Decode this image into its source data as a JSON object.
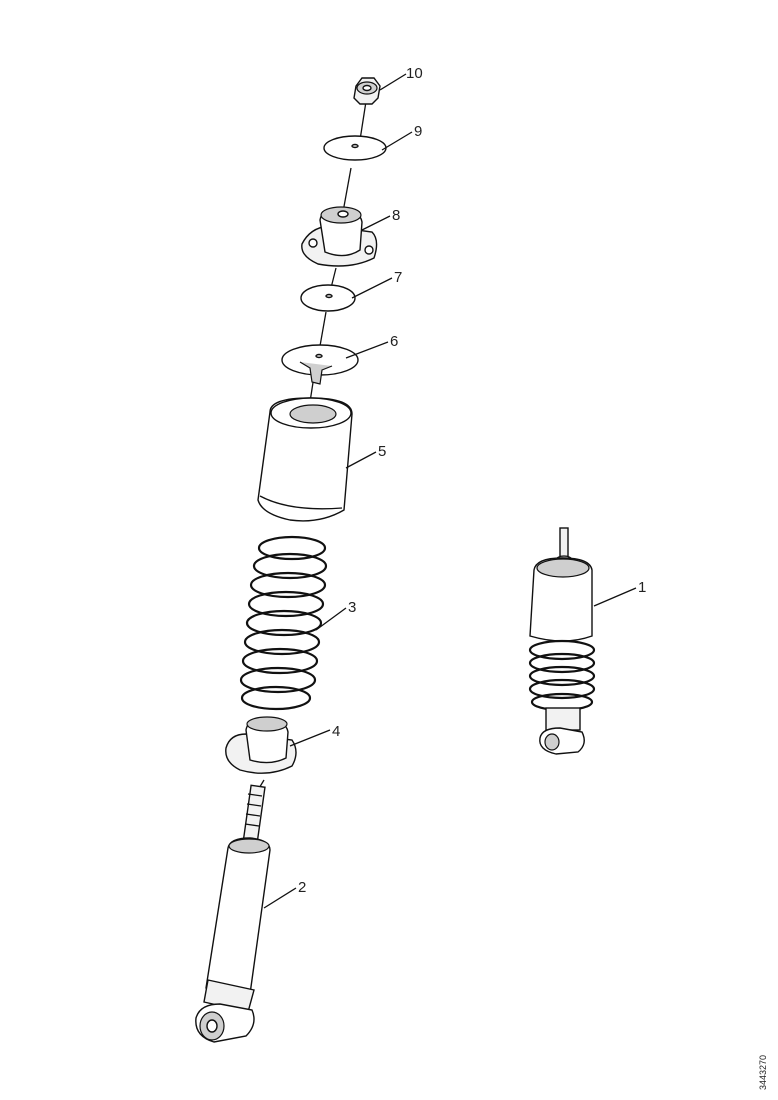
{
  "callouts": [
    {
      "id": "1",
      "label": "1"
    },
    {
      "id": "2",
      "label": "2"
    },
    {
      "id": "3",
      "label": "3"
    },
    {
      "id": "4",
      "label": "4"
    },
    {
      "id": "5",
      "label": "5"
    },
    {
      "id": "6",
      "label": "6"
    },
    {
      "id": "7",
      "label": "7"
    },
    {
      "id": "8",
      "label": "8"
    },
    {
      "id": "9",
      "label": "9"
    },
    {
      "id": "10",
      "label": "10"
    }
  ],
  "reference_code": "3443270"
}
